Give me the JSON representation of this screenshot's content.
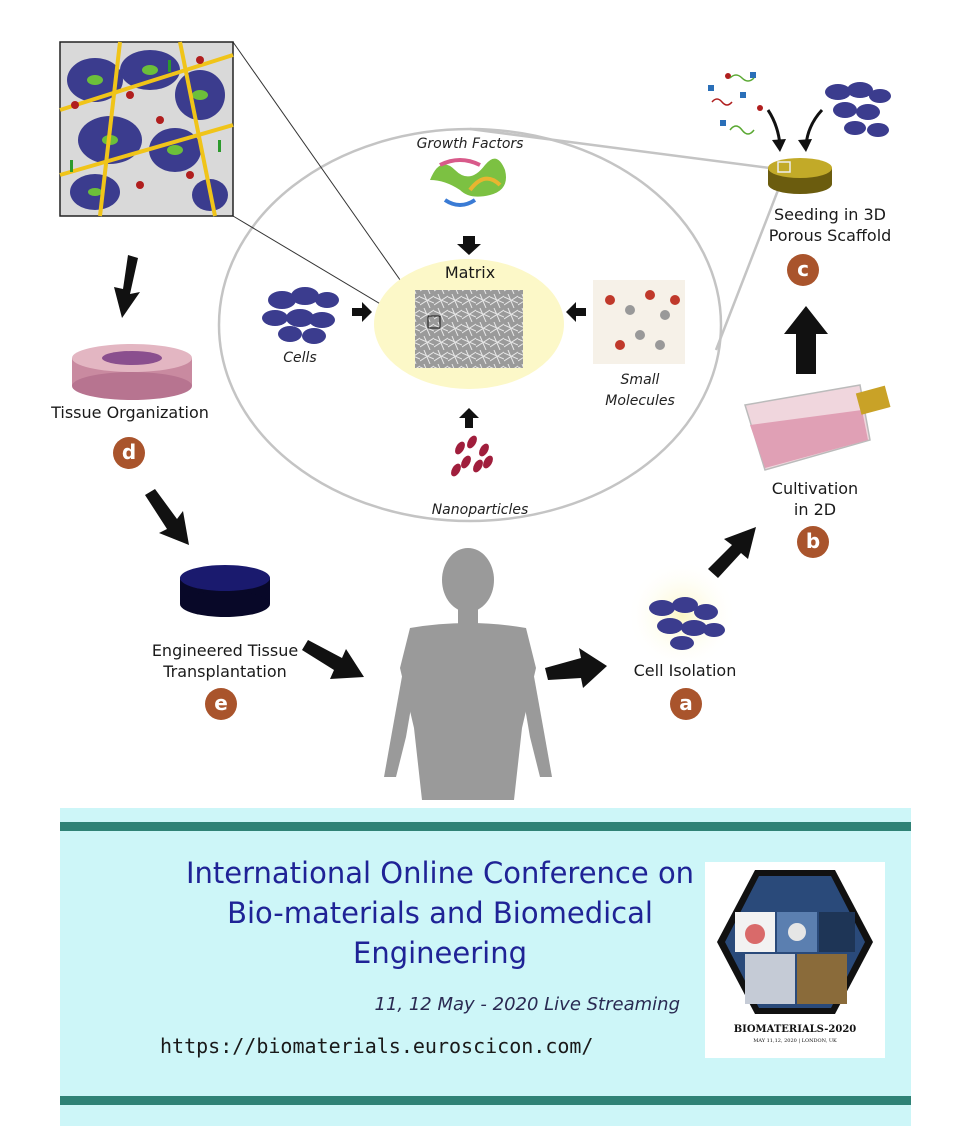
{
  "diagram": {
    "center": {
      "growth_factors": "Growth Factors",
      "matrix": "Matrix",
      "cells": "Cells",
      "small_molecules": "Small\nMolecules",
      "nanoparticles": "Nanoparticles"
    },
    "steps": [
      {
        "badge": "a",
        "label": "Cell Isolation"
      },
      {
        "badge": "b",
        "label": "Cultivation\nin 2D"
      },
      {
        "badge": "c",
        "label": "Seeding in 3D\nPorous Scaffold"
      },
      {
        "badge": "d",
        "label": "Tissue Organization"
      },
      {
        "badge": "e",
        "label": "Engineered Tissue\nTransplantation"
      }
    ]
  },
  "banner": {
    "title_line1": "International Online Conference on",
    "title_line2": "Bio-materials and Biomedical",
    "title_line3": "Engineering",
    "date": "11, 12 May - 2020 Live Streaming",
    "url": "https://biomaterials.euroscicon.com/",
    "logo_name": "BIOMATERIALS-2020",
    "logo_sub": "MAY 11,12, 2020 | LONDON, UK"
  },
  "colors": {
    "banner_bg": "#cdf6f8",
    "banner_bar": "#2f8276",
    "title": "#1f2396",
    "badge": "#a9542c"
  }
}
